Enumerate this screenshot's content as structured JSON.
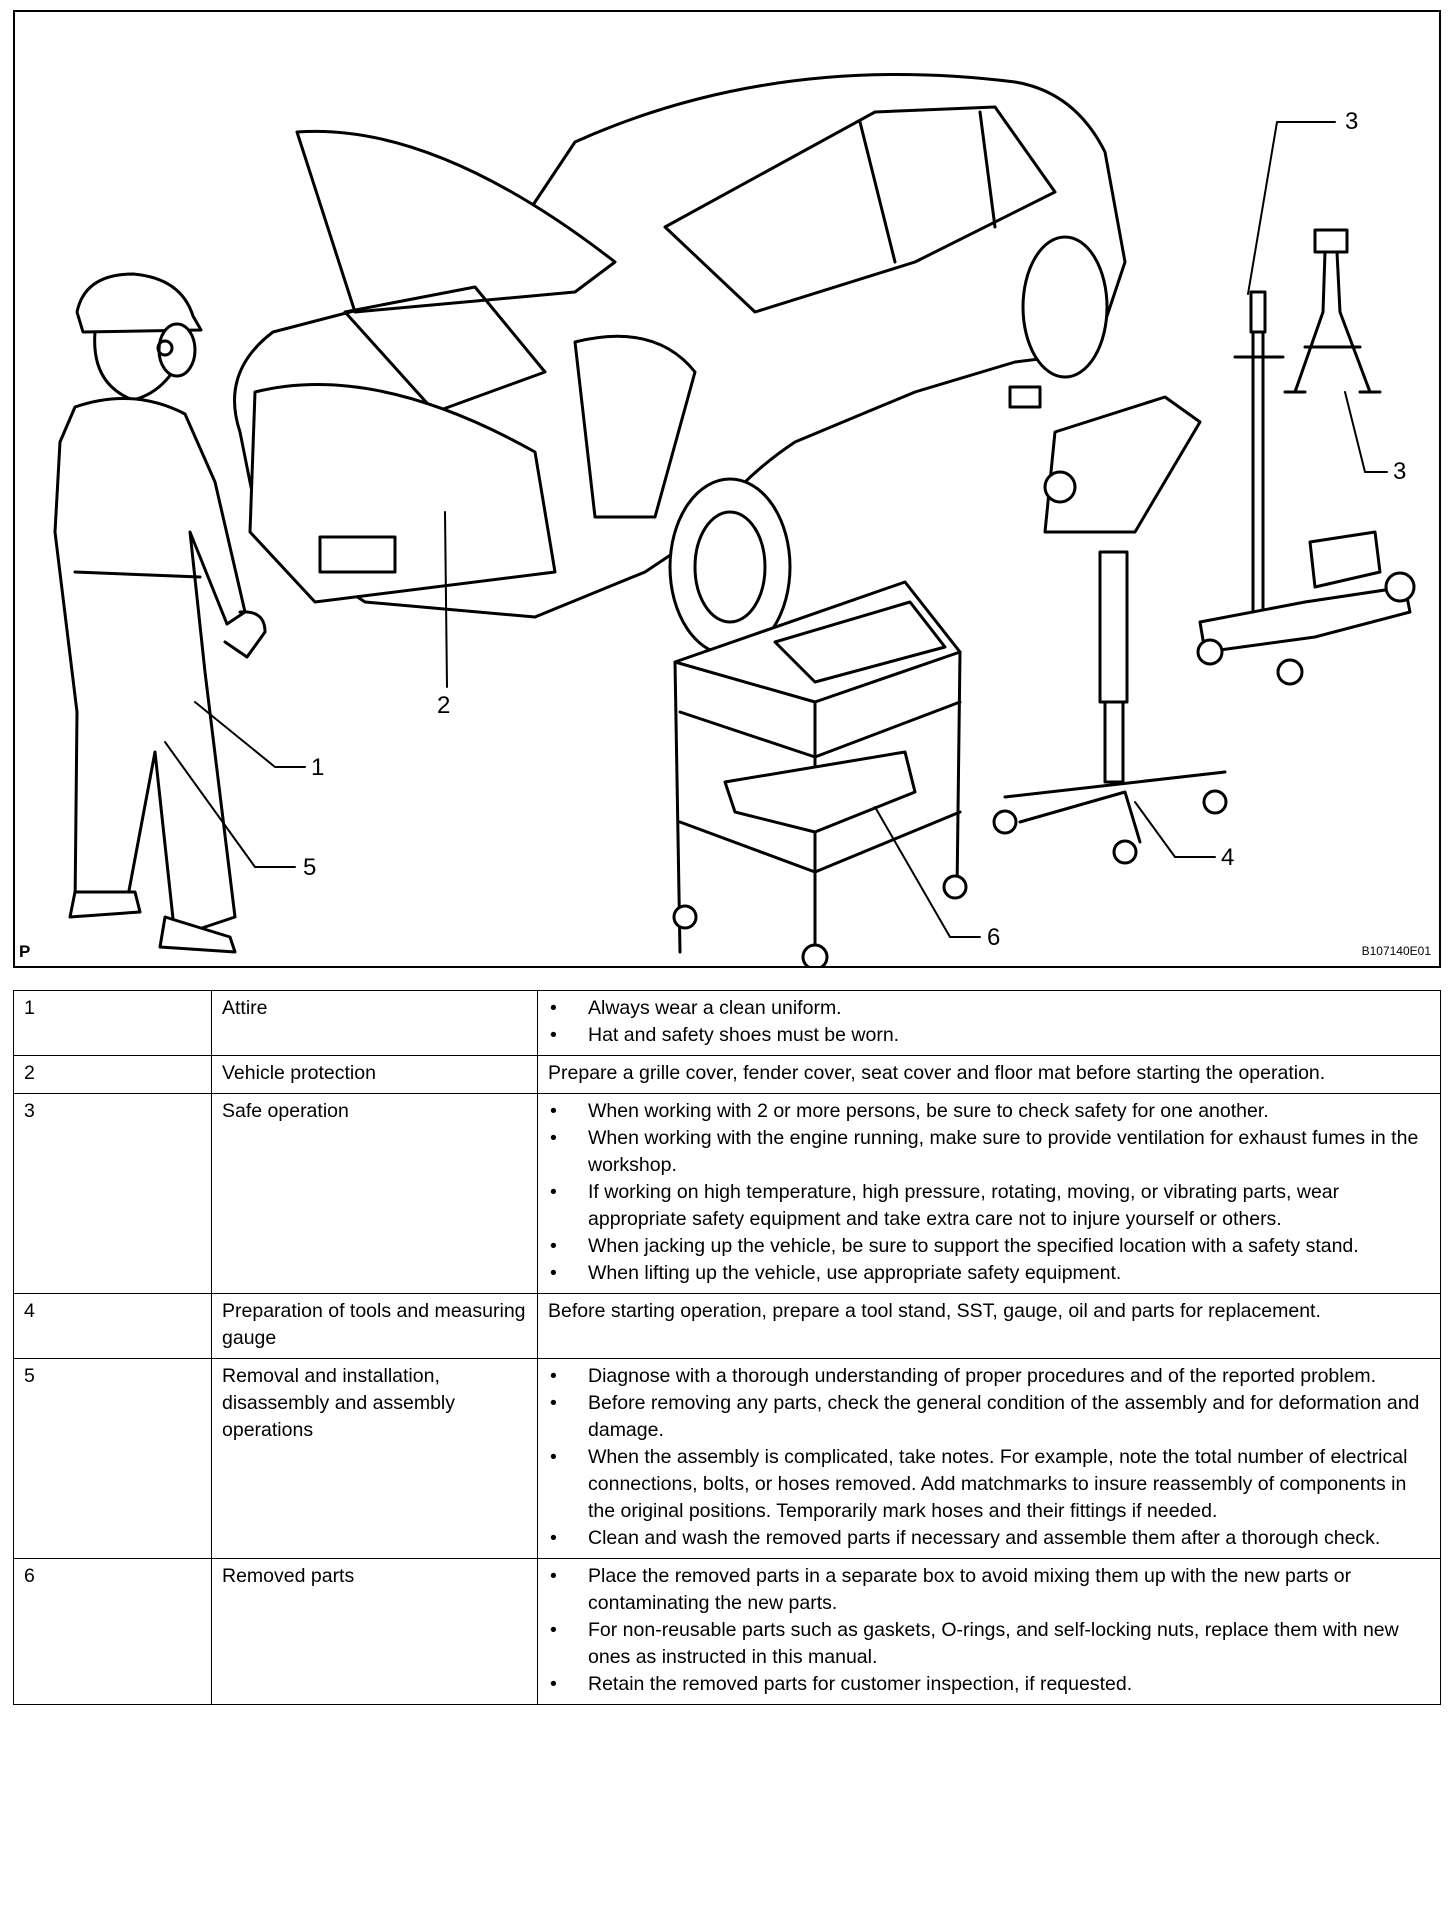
{
  "figure": {
    "corner_label": "P",
    "figure_code": "B107140E01",
    "callouts": [
      "1",
      "2",
      "3",
      "3",
      "4",
      "5",
      "6"
    ]
  },
  "rows": [
    {
      "num": "1",
      "item": "Attire",
      "type": "list",
      "points": [
        "Always wear a clean uniform.",
        "Hat and safety shoes must be worn."
      ]
    },
    {
      "num": "2",
      "item": "Vehicle protection",
      "type": "text",
      "text": "Prepare a grille cover, fender cover, seat cover and floor mat before starting the operation."
    },
    {
      "num": "3",
      "item": "Safe operation",
      "type": "list",
      "points": [
        "When working with 2 or more persons, be sure to check safety for one another.",
        "When working with the engine running, make sure to provide ventilation for exhaust fumes in the workshop.",
        "If working on high temperature, high pressure, rotating, moving, or vibrating parts, wear appropriate safety equipment and take extra care not to injure yourself or others.",
        "When jacking up the vehicle, be sure to support the specified location with a safety stand.",
        "When lifting up the vehicle, use appropriate safety equipment."
      ]
    },
    {
      "num": "4",
      "item": "Preparation of tools and measuring gauge",
      "type": "text",
      "text": "Before starting operation, prepare a tool stand, SST, gauge, oil and parts for replacement."
    },
    {
      "num": "5",
      "item": "Removal and installation, disassembly and assembly operations",
      "type": "list",
      "points": [
        "Diagnose with a thorough understanding of proper procedures and of the reported problem.",
        "Before removing any parts, check the general condition of the assembly and for deformation and damage.",
        "When the assembly is complicated, take notes. For example, note the total number of electrical connections, bolts, or hoses removed. Add matchmarks to insure reassembly of components in the original positions. Temporarily mark hoses and their fittings if needed.",
        "Clean and wash the removed parts if necessary and assemble them after a thorough check."
      ]
    },
    {
      "num": "6",
      "item": "Removed parts",
      "type": "list",
      "points": [
        "Place the removed parts in a separate box to avoid mixing them up with the new parts or contaminating the new parts.",
        "For non-reusable parts such as gaskets, O-rings, and self-locking nuts, replace them with new ones as instructed in this manual.",
        "Retain the removed parts for customer inspection, if requested."
      ]
    }
  ]
}
